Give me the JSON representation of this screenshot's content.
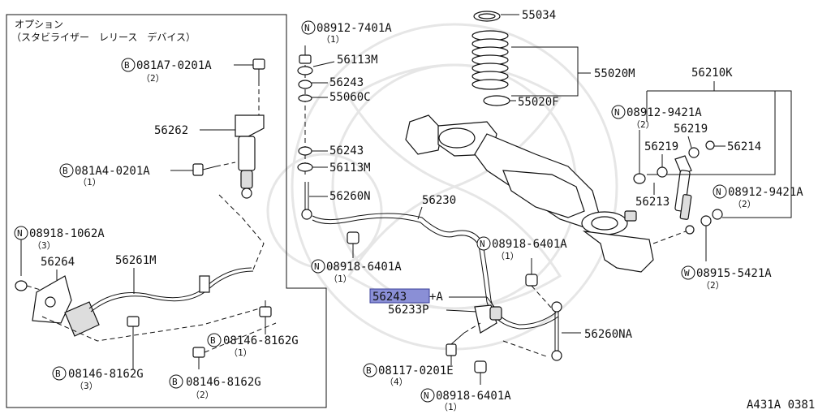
{
  "option_box": {
    "title_line1": "オプション",
    "title_line2": "（スタビライザー　レリース　デバイス）"
  },
  "labels": {
    "b_081a7": {
      "prefix": "B",
      "code": "081A7-0201A",
      "qty": "（2）"
    },
    "p56262": {
      "code": "56262"
    },
    "b_081a4": {
      "prefix": "B",
      "code": "081A4-0201A",
      "qty": "（1）"
    },
    "n_08918_1062a": {
      "prefix": "N",
      "code": "08918-1062A",
      "qty": "（3）"
    },
    "p56264": {
      "code": "56264"
    },
    "p56261m": {
      "code": "56261M"
    },
    "b_08146_left": {
      "prefix": "B",
      "code": "08146-8162G",
      "qty": "（3）"
    },
    "b_08146_mid": {
      "prefix": "B",
      "code": "08146-8162G",
      "qty": "（1）"
    },
    "b_08146_bot": {
      "prefix": "B",
      "code": "08146-8162G",
      "qty": "（2）"
    },
    "n_08912_7401a": {
      "prefix": "N",
      "code": "08912-7401A",
      "qty": "（1）"
    },
    "p56113m_top": {
      "code": "56113M"
    },
    "p56243_top": {
      "code": "56243"
    },
    "p55060c": {
      "code": "55060C"
    },
    "p56243_mid": {
      "code": "56243"
    },
    "p56113m_mid": {
      "code": "56113M"
    },
    "p56260n": {
      "code": "56260N"
    },
    "p56230": {
      "code": "56230"
    },
    "n_08918_6401a_left": {
      "prefix": "N",
      "code": "08918-6401A",
      "qty": "（1）"
    },
    "p56243a": {
      "code": "56243",
      "suffix": "+A"
    },
    "p56233p": {
      "code": "56233P"
    },
    "n_08918_6401a_right": {
      "prefix": "N",
      "code": "08918-6401A",
      "qty": "（1）"
    },
    "b_08117": {
      "prefix": "B",
      "code": "08117-0201E",
      "qty": "（4）"
    },
    "n_08918_6401a_bot": {
      "prefix": "N",
      "code": "08918-6401A",
      "qty": "（1）"
    },
    "p56260na": {
      "code": "56260NA"
    },
    "p55034": {
      "code": "55034"
    },
    "p55020m": {
      "code": "55020M"
    },
    "p55020f": {
      "code": "55020F"
    },
    "p56210k": {
      "code": "56210K"
    },
    "n_08912_9421a_top": {
      "prefix": "N",
      "code": "08912-9421A",
      "qty": "（2）"
    },
    "p56219_a": {
      "code": "56219"
    },
    "p56219_b": {
      "code": "56219"
    },
    "p56214": {
      "code": "56214"
    },
    "p56213": {
      "code": "56213"
    },
    "n_08912_9421a_right": {
      "prefix": "N",
      "code": "08912-9421A",
      "qty": "（2）"
    },
    "w_08915": {
      "prefix": "W",
      "code": "08915-5421A",
      "qty": "（2）"
    }
  },
  "diagram_code": "A431A 0381",
  "highlight_color": "#8a8fd6"
}
